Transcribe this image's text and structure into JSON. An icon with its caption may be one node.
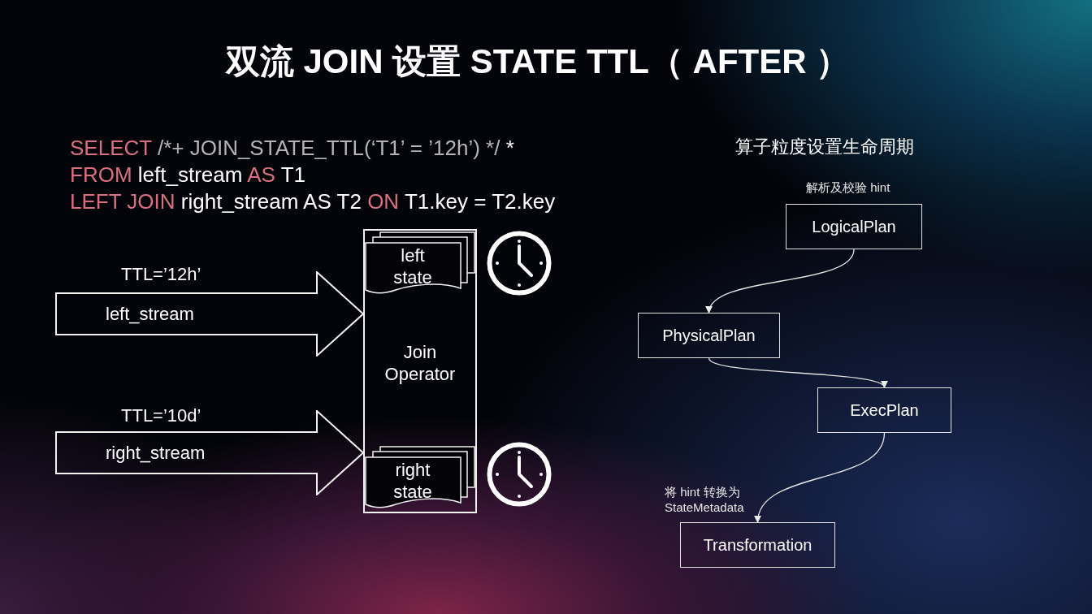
{
  "diagram": {
    "title": "双流 JOIN 设置 STATE TTL（ AFTER ）",
    "nodes": [
      {
        "text": [
          "left_stream"
        ],
        "beside": [
          "TTL=’12h’"
        ]
      },
      {
        "text": [
          "right_stream"
        ],
        "beside": [
          "TTL=’10d’"
        ]
      },
      {
        "text": [
          "Join Operator"
        ]
      },
      {
        "text": [
          "left state"
        ],
        "in": 2
      },
      {
        "text": [
          "right state"
        ],
        "in": 2
      },
      {
        "text": [
          "LogicalPlan"
        ],
        "beside": [
          "解析及校验 hint"
        ]
      },
      {
        "text": [
          "PhysicalPlan"
        ]
      },
      {
        "text": [
          "ExecPlan"
        ]
      },
      {
        "text": [
          "Transformation"
        ],
        "beside": [
          "将 hint 转换为 StateMetadata"
        ]
      }
    ],
    "edges": [
      {
        "from": 5,
        "to": 6,
        "arrow": "to"
      },
      {
        "from": 6,
        "to": 7,
        "arrow": "to"
      },
      {
        "from": 7,
        "to": 8,
        "arrow": "to"
      }
    ],
    "labels": [
      "SELECT /*+ JOIN_STATE_TTL(‘T1’ = ’12h’) */ *",
      "FROM left_stream AS T1",
      "LEFT JOIN right_stream AS T2 ON T1.key = T2.key",
      "算子粒度设置生命周期"
    ]
  }
}
